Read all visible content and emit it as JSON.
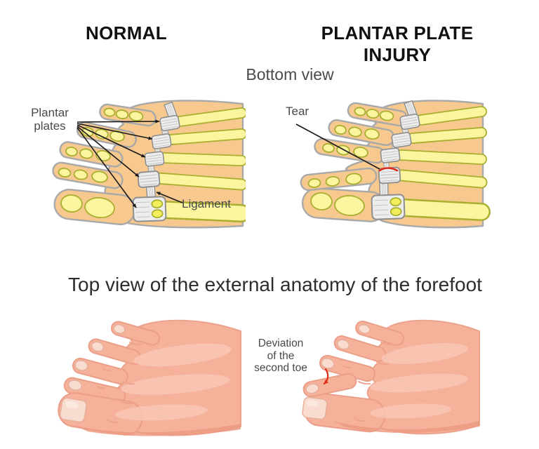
{
  "sections": {
    "bottom": {
      "heading_left": "NORMAL",
      "heading_right": "PLANTAR PLATE INJURY",
      "view_label": "Bottom view",
      "labels": {
        "plantar_plates_lines": [
          "Plantar",
          "plates"
        ],
        "ligament": "Ligament",
        "tear": "Tear"
      }
    },
    "top": {
      "title": "Top view of the external anatomy of the forefoot",
      "labels": {
        "deviation_lines": [
          "Deviation",
          "of the",
          "second toe"
        ]
      }
    }
  },
  "colors": {
    "background": "#ffffff",
    "heading_text": "#111111",
    "label_text": "#4a4a4a",
    "skin_bottom_view": "#f7c98e",
    "skin_outline_gray": "#a9a9a9",
    "bone_fill": "#faf59e",
    "bone_outline_olive": "#a9af2f",
    "plate_fill": "#ededed",
    "plate_outline": "#8f8f8f",
    "plate_striation": "#c4c4c4",
    "sesamoid_fill": "#f2ee5c",
    "tear_red": "#dd2b1a",
    "deviation_arrow_red": "#e2301c",
    "skin_top_view": "#f6b19b",
    "skin_top_highlight": "#f9c7b5",
    "skin_top_shadow": "#ed9b82",
    "nail_fill": "#f8dccf",
    "annotation_line": "#1a1a1a"
  }
}
